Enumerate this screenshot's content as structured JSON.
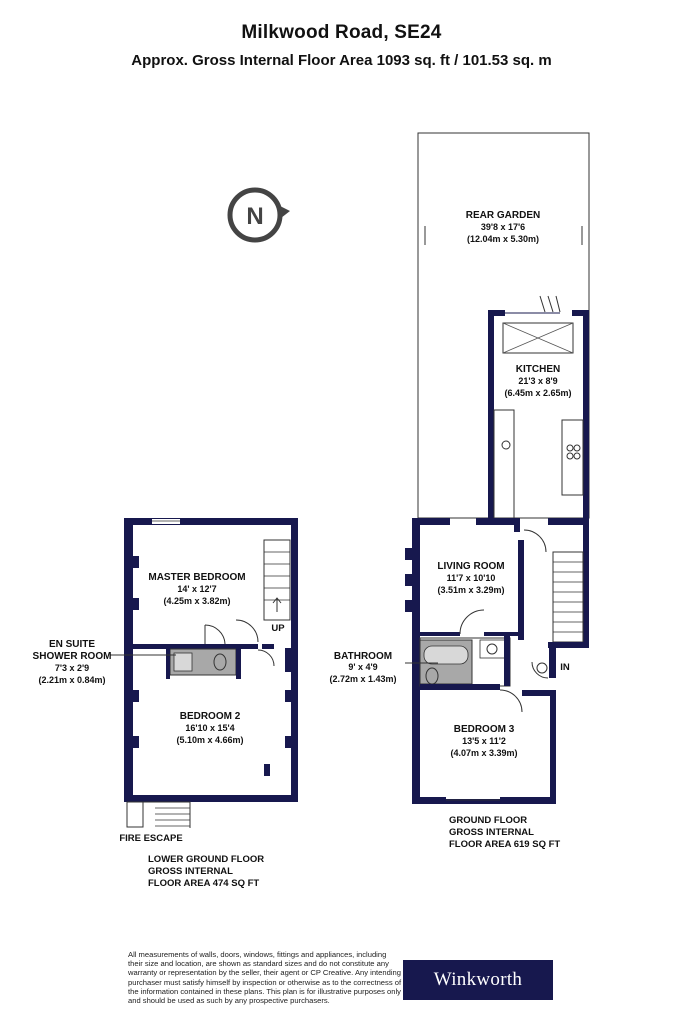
{
  "header": {
    "title": "Milkwood Road, SE24",
    "subtitle": "Approx. Gross Internal Floor Area 1093 sq. ft / 101.53 sq. m"
  },
  "compass": {
    "letter": "N"
  },
  "rooms": {
    "rear_garden": {
      "name": "REAR GARDEN",
      "imperial": "39'8 x 17'6",
      "metric": "(12.04m x 5.30m)"
    },
    "kitchen": {
      "name": "KITCHEN",
      "imperial": "21'3 x 8'9",
      "metric": "(6.45m x 2.65m)"
    },
    "living_room": {
      "name": "LIVING ROOM",
      "imperial": "11'7 x 10'10",
      "metric": "(3.51m x 3.29m)"
    },
    "bathroom": {
      "name": "BATHROOM",
      "imperial": "9' x 4'9",
      "metric": "(2.72m x 1.43m)"
    },
    "bedroom_3": {
      "name": "BEDROOM 3",
      "imperial": "13'5 x 11'2",
      "metric": "(4.07m x 3.39m)"
    },
    "master_bedroom": {
      "name": "MASTER BEDROOM",
      "imperial": "14' x 12'7",
      "metric": "(4.25m x 3.82m)"
    },
    "en_suite": {
      "name_line1": "EN SUITE",
      "name_line2": "SHOWER ROOM",
      "imperial": "7'3 x 2'9",
      "metric": "(2.21m x 0.84m)"
    },
    "bedroom_2": {
      "name": "BEDROOM 2",
      "imperial": "16'10 x 15'4",
      "metric": "(5.10m x 4.66m)"
    }
  },
  "markers": {
    "up": "UP",
    "in": "IN",
    "fire_escape": "FIRE ESCAPE"
  },
  "floors": {
    "lower_ground": {
      "line1": "LOWER GROUND FLOOR",
      "line2": "GROSS INTERNAL",
      "line3": "FLOOR AREA 474 SQ FT"
    },
    "ground": {
      "line1": "GROUND FLOOR",
      "line2": "GROSS INTERNAL",
      "line3": "FLOOR AREA 619 SQ FT"
    }
  },
  "footer": {
    "disclaimer": "All measurements of walls, doors, windows, fittings and appliances, including their size and location, are shown as standard sizes and do not constitute any warranty or representation by the seller, their agent or CP Creative. Any intending purchaser must satisfy himself by inspection or otherwise as to the correctness of the information contained in these plans. This plan is for illustrative purposes only and should be used as such by any prospective purchasers.",
    "logo": "Winkworth"
  },
  "colors": {
    "wall": "#17184e",
    "fixture": "#a8a8a8",
    "logo_bg": "#17184e"
  }
}
